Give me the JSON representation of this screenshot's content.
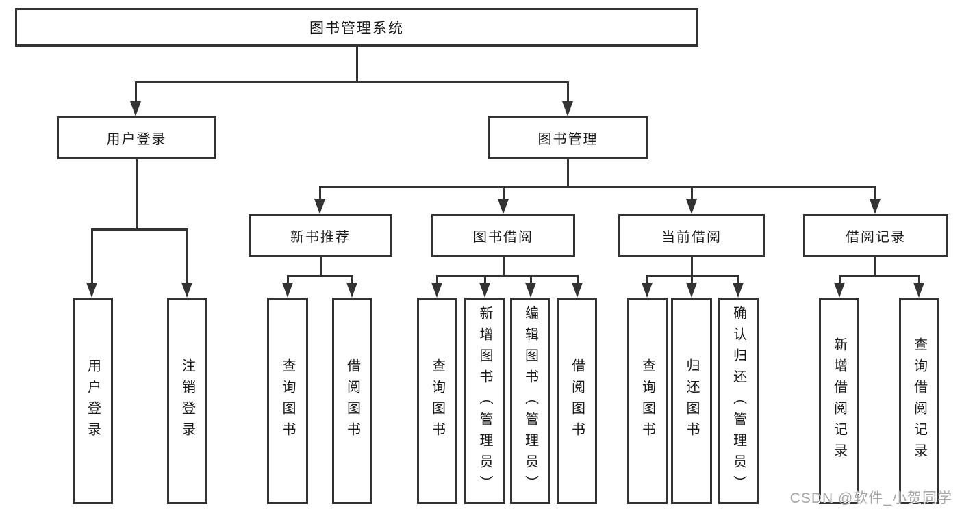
{
  "diagram": {
    "root": {
      "label": "图书管理系统"
    },
    "branches": [
      {
        "label": "用户登录",
        "children": [
          {
            "label": "用户登录"
          },
          {
            "label": "注销登录"
          }
        ]
      },
      {
        "label": "图书管理",
        "children": [
          {
            "label": "新书推荐",
            "children": [
              {
                "label": "查询图书"
              },
              {
                "label": "借阅图书"
              }
            ]
          },
          {
            "label": "图书借阅",
            "children": [
              {
                "label": "查询图书"
              },
              {
                "label": "新增图书（管理员）"
              },
              {
                "label": "编辑图书（管理员）"
              },
              {
                "label": "借阅图书"
              }
            ]
          },
          {
            "label": "当前借阅",
            "children": [
              {
                "label": "查询图书"
              },
              {
                "label": "归还图书"
              },
              {
                "label": "确认归还（管理员）"
              }
            ]
          },
          {
            "label": "借阅记录",
            "children": [
              {
                "label": "新增借阅记录"
              },
              {
                "label": "查询借阅记录"
              }
            ]
          }
        ]
      }
    ]
  },
  "watermark": {
    "text": "CSDN @软件_小贺同学"
  },
  "colors": {
    "line": "#333333",
    "box_border": "#333333",
    "box_background": "#ffffff",
    "text": "#1a1a1a",
    "background": "#ffffff",
    "watermark": "#a6a6a6"
  }
}
